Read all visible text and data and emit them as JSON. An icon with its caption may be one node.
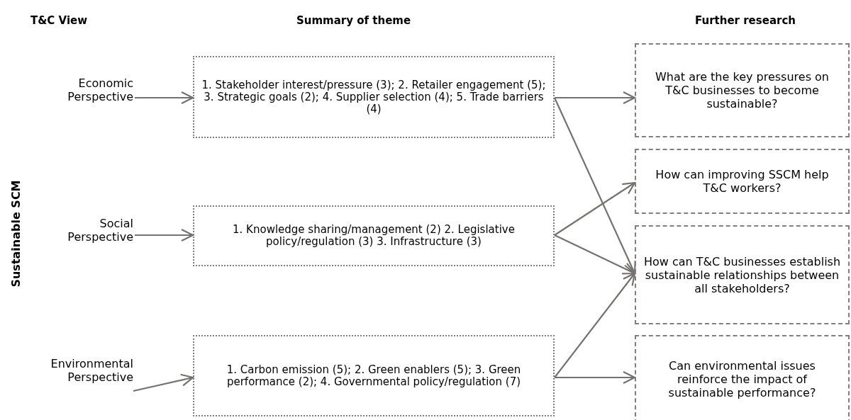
{
  "diagram": {
    "nodes": [
      {
        "text": [
          "Economic Perspective"
        ]
      },
      {
        "text": [
          "Social Perspective"
        ]
      },
      {
        "text": [
          "Environmental Perspective"
        ]
      },
      {
        "text": [
          "1. Stakeholder interest/pressure (3); 2. Retailer engagement (5); 3. Strategic goals (2); 4. Supplier selection (4); 5. Trade barriers (4)"
        ]
      },
      {
        "text": [
          "1. Knowledge sharing/management (2) 2. Legislative policy/regulation (3) 3. Infrastructure (3)"
        ]
      },
      {
        "text": [
          "1. Carbon emission (5); 2. Green enablers (5); 3. Green performance (2); 4. Governmental policy/regulation (7)"
        ]
      },
      {
        "text": [
          "What are the key pressures on T&C businesses to become sustainable?"
        ]
      },
      {
        "text": [
          "How can improving SSCM help T&C workers?"
        ]
      },
      {
        "text": [
          "How can T&C businesses establish sustainable relationships between all stakeholders?"
        ]
      },
      {
        "text": [
          "Can environmental issues reinforce the impact of sustainable performance?"
        ]
      }
    ],
    "edges": [
      {
        "from": 0,
        "to": 3,
        "arrow": "to"
      },
      {
        "from": 1,
        "to": 4,
        "arrow": "to"
      },
      {
        "from": 2,
        "to": 5,
        "arrow": "to"
      },
      {
        "from": 3,
        "to": 6,
        "arrow": "to"
      },
      {
        "from": 3,
        "to": 8,
        "arrow": "to"
      },
      {
        "from": 4,
        "to": 7,
        "arrow": "to"
      },
      {
        "from": 4,
        "to": 8,
        "arrow": "to"
      },
      {
        "from": 5,
        "to": 8,
        "arrow": "to"
      },
      {
        "from": 5,
        "to": 9,
        "arrow": "to"
      }
    ],
    "labels": [
      "T&C View",
      "Summary of theme",
      "Further research",
      "Sustainable SCM"
    ]
  }
}
